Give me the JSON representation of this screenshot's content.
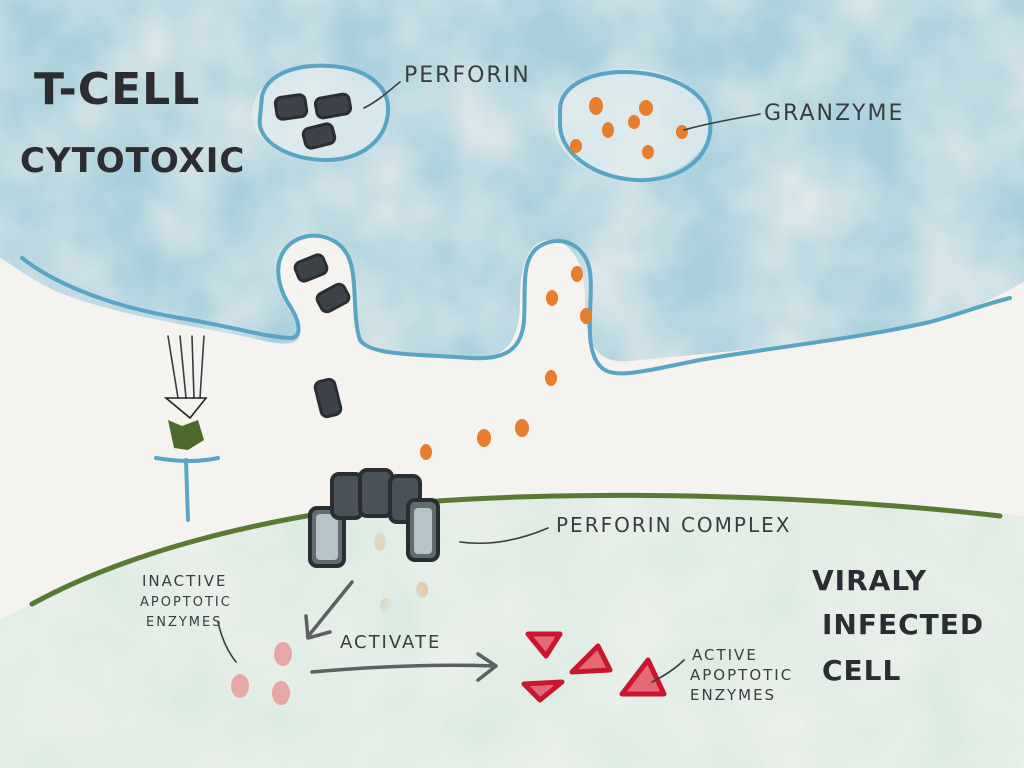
{
  "titles": {
    "tcell_line1": "T-CELL",
    "tcell_line2": "CYTOTOXIC",
    "infected_line1": "VIRALY",
    "infected_line2": "INFECTED",
    "infected_line3": "CELL"
  },
  "labels": {
    "perforin": "PERFORIN",
    "granzyme": "GRANZYME",
    "perforin_complex": "PERFORIN COMPLEX",
    "inactive_line1": "INACTIVE",
    "inactive_line2": "APOPTOTIC",
    "inactive_line3": "ENZYMES",
    "activate": "ACTIVATE",
    "active_line1": "ACTIVE",
    "active_line2": "APOPTOTIC",
    "active_line3": "ENZYMES"
  },
  "colors": {
    "tcell_fill": "#a9cfdc",
    "tcell_membrane": "#5aa4c4",
    "infected_fill": "#dcebe2",
    "infected_membrane": "#5a7a34",
    "perforin": "#3e4349",
    "granzyme": "#e87d2c",
    "inactive_enzyme": "#e8a6a4",
    "active_enzyme": "#d8233a",
    "receptor": "#4d6a2a"
  }
}
